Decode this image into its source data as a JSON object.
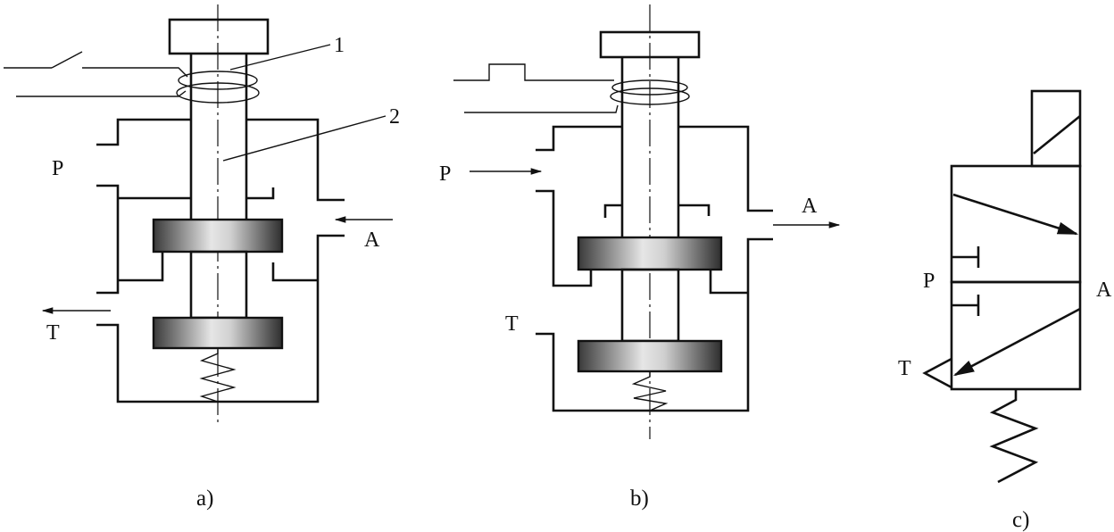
{
  "diagram_a": {
    "caption": "a)",
    "callout_1": "1",
    "callout_2": "2",
    "port_p": "P",
    "port_a": "A",
    "port_t": "T"
  },
  "diagram_b": {
    "caption": "b)",
    "port_p": "P",
    "port_a": "A",
    "port_t": "T"
  },
  "diagram_c": {
    "caption": "c)",
    "port_p": "P",
    "port_a": "A",
    "port_t": "T"
  }
}
